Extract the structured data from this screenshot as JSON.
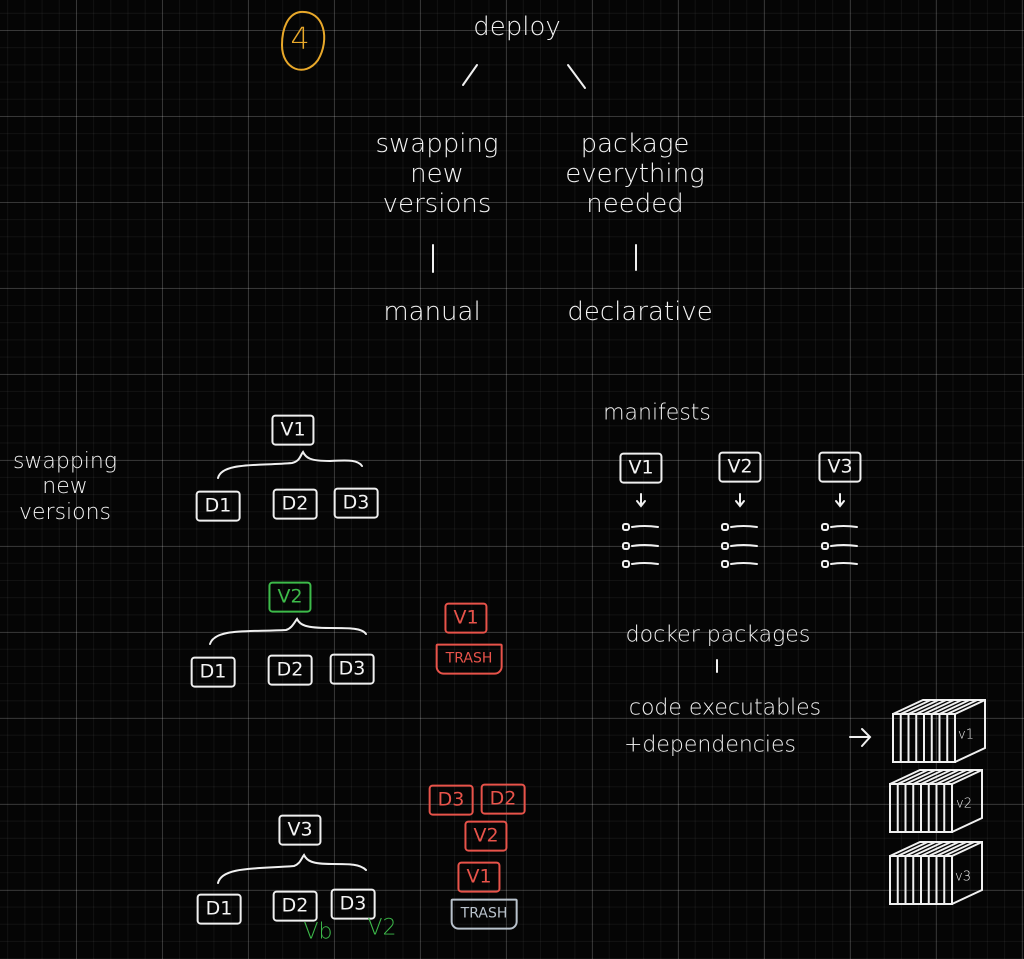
{
  "step_number": "4",
  "root": "deploy",
  "branches": [
    {
      "label": "swapping\nnew\nversions",
      "result": "manual"
    },
    {
      "label": "package\neverything\nneeded",
      "result": "declarative"
    }
  ],
  "swapping": {
    "title": "swapping\nnew\nversions",
    "stage1": {
      "version": "V1",
      "deps": [
        "D1",
        "D2",
        "D3"
      ]
    },
    "stage2": {
      "version": "V2",
      "deps": [
        "D1",
        "D2",
        "D3"
      ],
      "trash_stack": [
        "V1"
      ],
      "trash_label": "TRASH"
    },
    "stage3": {
      "version": "V3",
      "deps": [
        "D1",
        "D2",
        "D3"
      ],
      "dep_notes": [
        "Vb",
        "V2"
      ],
      "trash_top": [
        "D3",
        "D2"
      ],
      "trash_stack": [
        "V2",
        "V1"
      ],
      "trash_label": "TRASH"
    }
  },
  "manifests": {
    "title": "manifests",
    "versions": [
      "V1",
      "V2",
      "V3"
    ]
  },
  "docker": {
    "title": "docker packages",
    "description_line1": "code executables",
    "description_line2": "+dependencies",
    "arrow": "→",
    "packages": [
      "v1",
      "v2",
      "v3"
    ]
  },
  "colors": {
    "accent_orange": "#e8a82a",
    "new_green": "#3dbb4a",
    "trash_red": "#e8534a",
    "trash_gray": "#b9c2cc"
  }
}
